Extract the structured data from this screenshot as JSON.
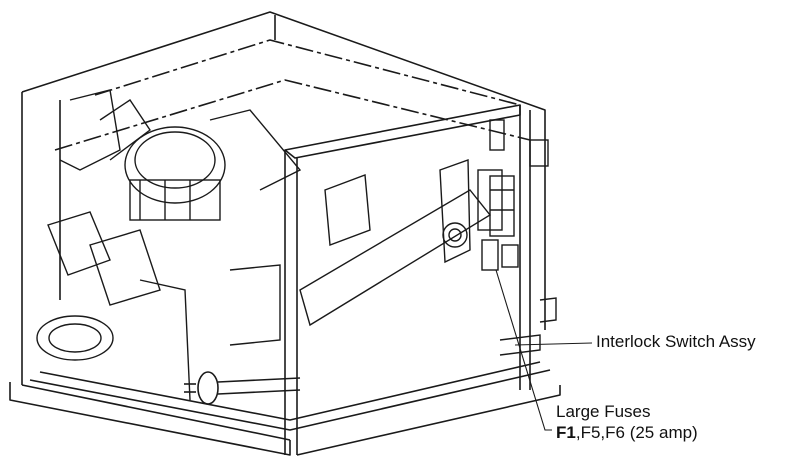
{
  "diagram": {
    "callouts": [
      {
        "id": "interlock",
        "text": "Interlock Switch Assy"
      },
      {
        "id": "fuses",
        "title": "Large Fuses",
        "detail_bold": "F1",
        "detail_rest": ",F5,F6 (25 amp)"
      }
    ]
  },
  "colors": {
    "line": "#1a1a1a",
    "background": "#ffffff",
    "shade": "#8a8a8a"
  }
}
